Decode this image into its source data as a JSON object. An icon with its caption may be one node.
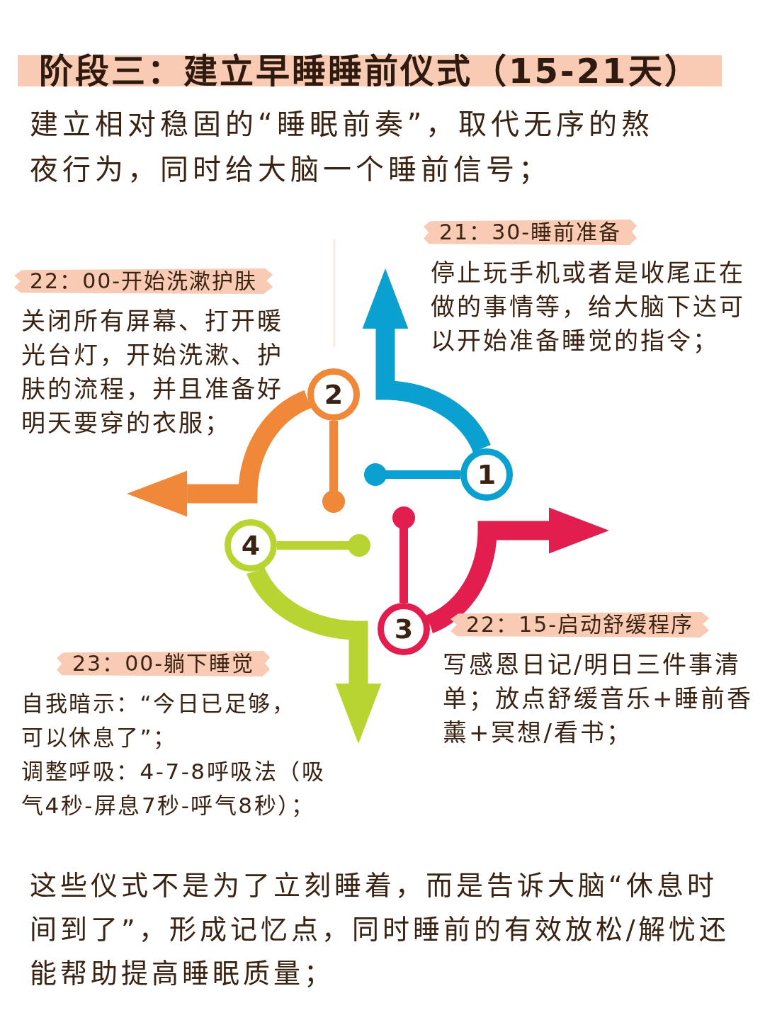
{
  "diagram": {
    "title": "阶段三：建立早睡睡前仪式（15-21天）",
    "nodes": [
      {
        "text": [
          "21：30-睡前准备"
        ],
        "beside": [
          "停止玩手机或者是收尾正在做的事情等，给大脑下达可以开始准备睡觉的指令；"
        ]
      },
      {
        "text": [
          "22：00-开始洗漱护肤"
        ],
        "beside": [
          "关闭所有屏幕、打开暖光台灯，开始洗漱、护肤的流程，并且准备好明天要穿的衣服；"
        ]
      },
      {
        "text": [
          "2"
        ]
      },
      {
        "text": [
          "1"
        ]
      },
      {
        "text": [
          "4"
        ]
      },
      {
        "text": [
          "3"
        ]
      },
      {
        "text": [
          "22：15-启动舒缓程序"
        ],
        "beside": [
          "写感恩日记/明日三件事清单；放点舒缓音乐+睡前香薰+冥想/看书；"
        ]
      },
      {
        "text": [
          "23：00-躺下睡觉"
        ],
        "beside": [
          "自我暗示：“今日已足够，可以休息了”；",
          "调整呼吸：4-7-8呼吸法（吸气4秒-屏息7秒-呼气8秒）；"
        ]
      }
    ],
    "edges": [
      {
        "from": 3,
        "to": null,
        "arrow": "to",
        "style": "thick",
        "color": "#0aa0d0"
      },
      {
        "from": 3,
        "to": null,
        "arrow": "other",
        "color": "#0aa0d0"
      },
      {
        "from": 2,
        "to": null,
        "arrow": "to",
        "style": "thick",
        "color": "#f0883a"
      },
      {
        "from": 2,
        "to": null,
        "arrow": "other",
        "color": "#f0883a"
      },
      {
        "from": 5,
        "to": null,
        "arrow": "to",
        "style": "thick",
        "color": "#e21e4e"
      },
      {
        "from": 5,
        "to": null,
        "arrow": "other",
        "color": "#e21e4e"
      },
      {
        "from": 4,
        "to": null,
        "arrow": "to",
        "style": "thick",
        "color": "#b7d431"
      },
      {
        "from": 4,
        "to": null,
        "arrow": "other",
        "color": "#b7d431"
      }
    ],
    "labels": [
      "建立相对稳固的“睡眠前奏”，取代无序的熬夜行为，同时给大脑一个睡前信号；",
      "这些仪式不是为了立刻睡着，而是告诉大脑“休息时间到了”，形成记忆点，同时睡前的有效放松/解忧还能帮助提高睡眠质量；"
    ]
  }
}
